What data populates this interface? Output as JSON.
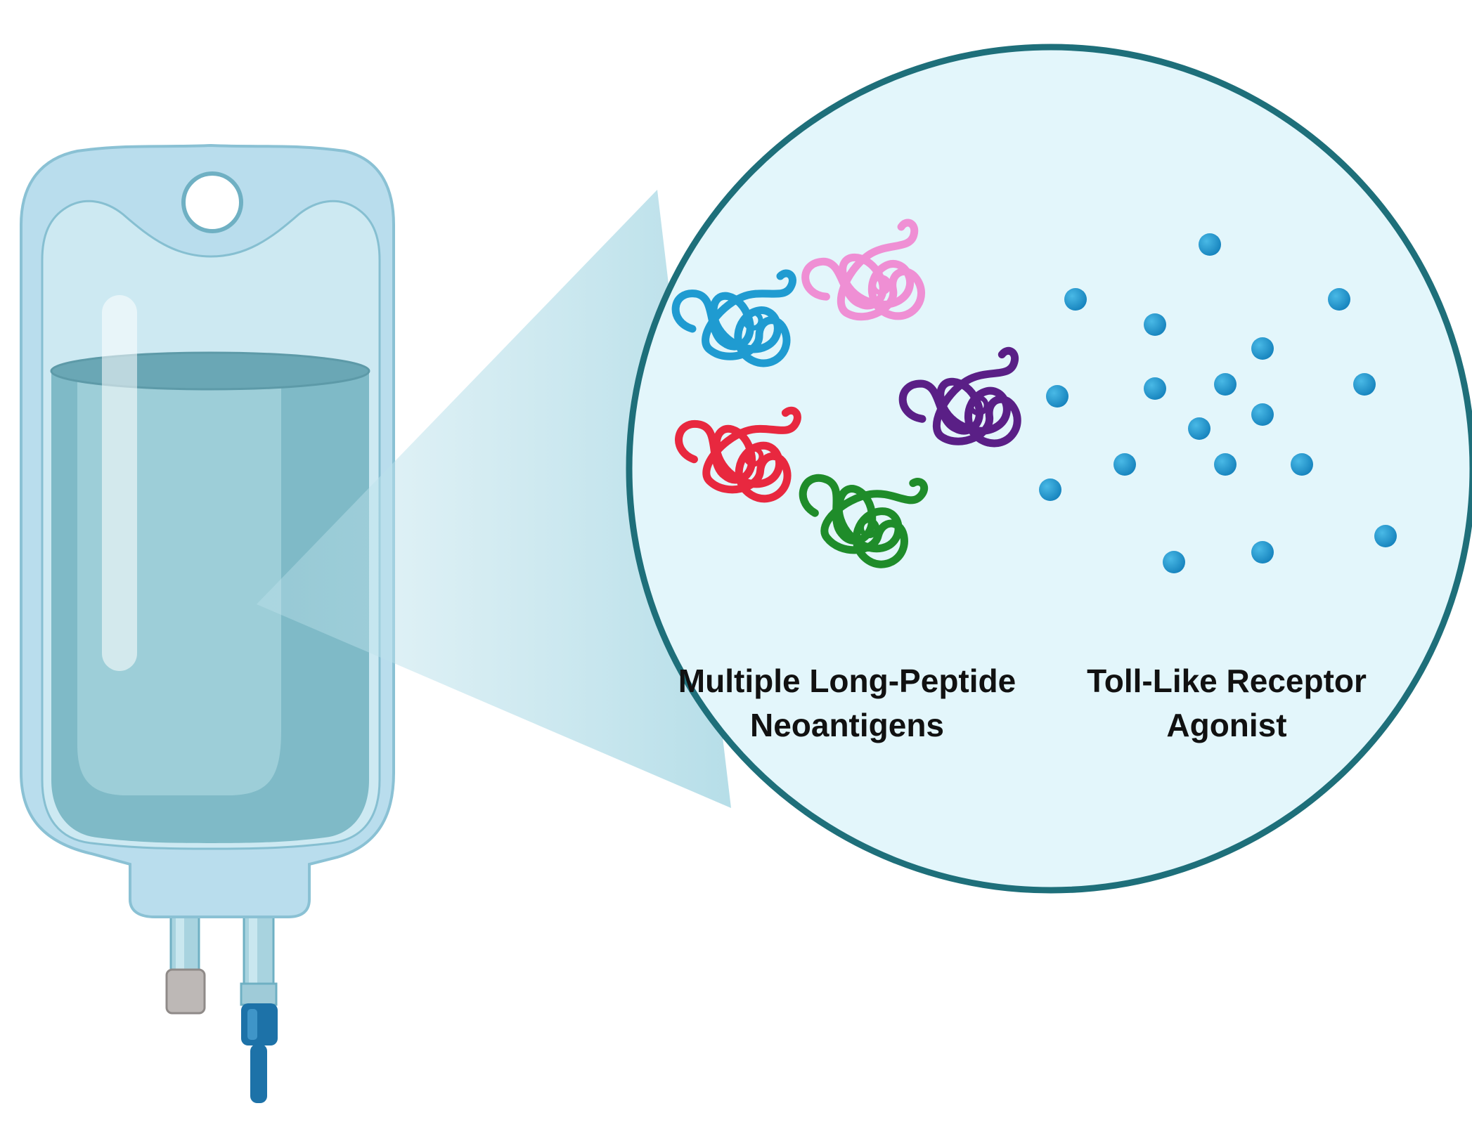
{
  "labels": {
    "peptides_line1": "Multiple Long-Peptide",
    "peptides_line2": "Neoantigens",
    "agonist_line1": "Toll-Like Receptor",
    "agonist_line2": "Agonist"
  },
  "colors": {
    "bag_outer": "#b8dcea",
    "bag_edge": "#88bfd3",
    "liquid": "#7fbac7",
    "liquid_dark": "#6aa7b5",
    "circle_fill": "#e3f6fb",
    "circle_stroke": "#1e6f7a",
    "beam": "#b2dde8",
    "port_cap": "#bdb8b6",
    "connector": "#1d72a8",
    "peptide_blue": "#1f9bd1",
    "peptide_pink": "#ef8fd4",
    "peptide_purple": "#5a1f86",
    "peptide_red": "#e8283f",
    "peptide_green": "#1f8c2a",
    "agonist_dot": "#1e9fd8"
  },
  "icons": {
    "bag": "iv-bag-icon",
    "peptide": "peptide-coil-icon",
    "agonist": "agonist-dot-icon"
  }
}
